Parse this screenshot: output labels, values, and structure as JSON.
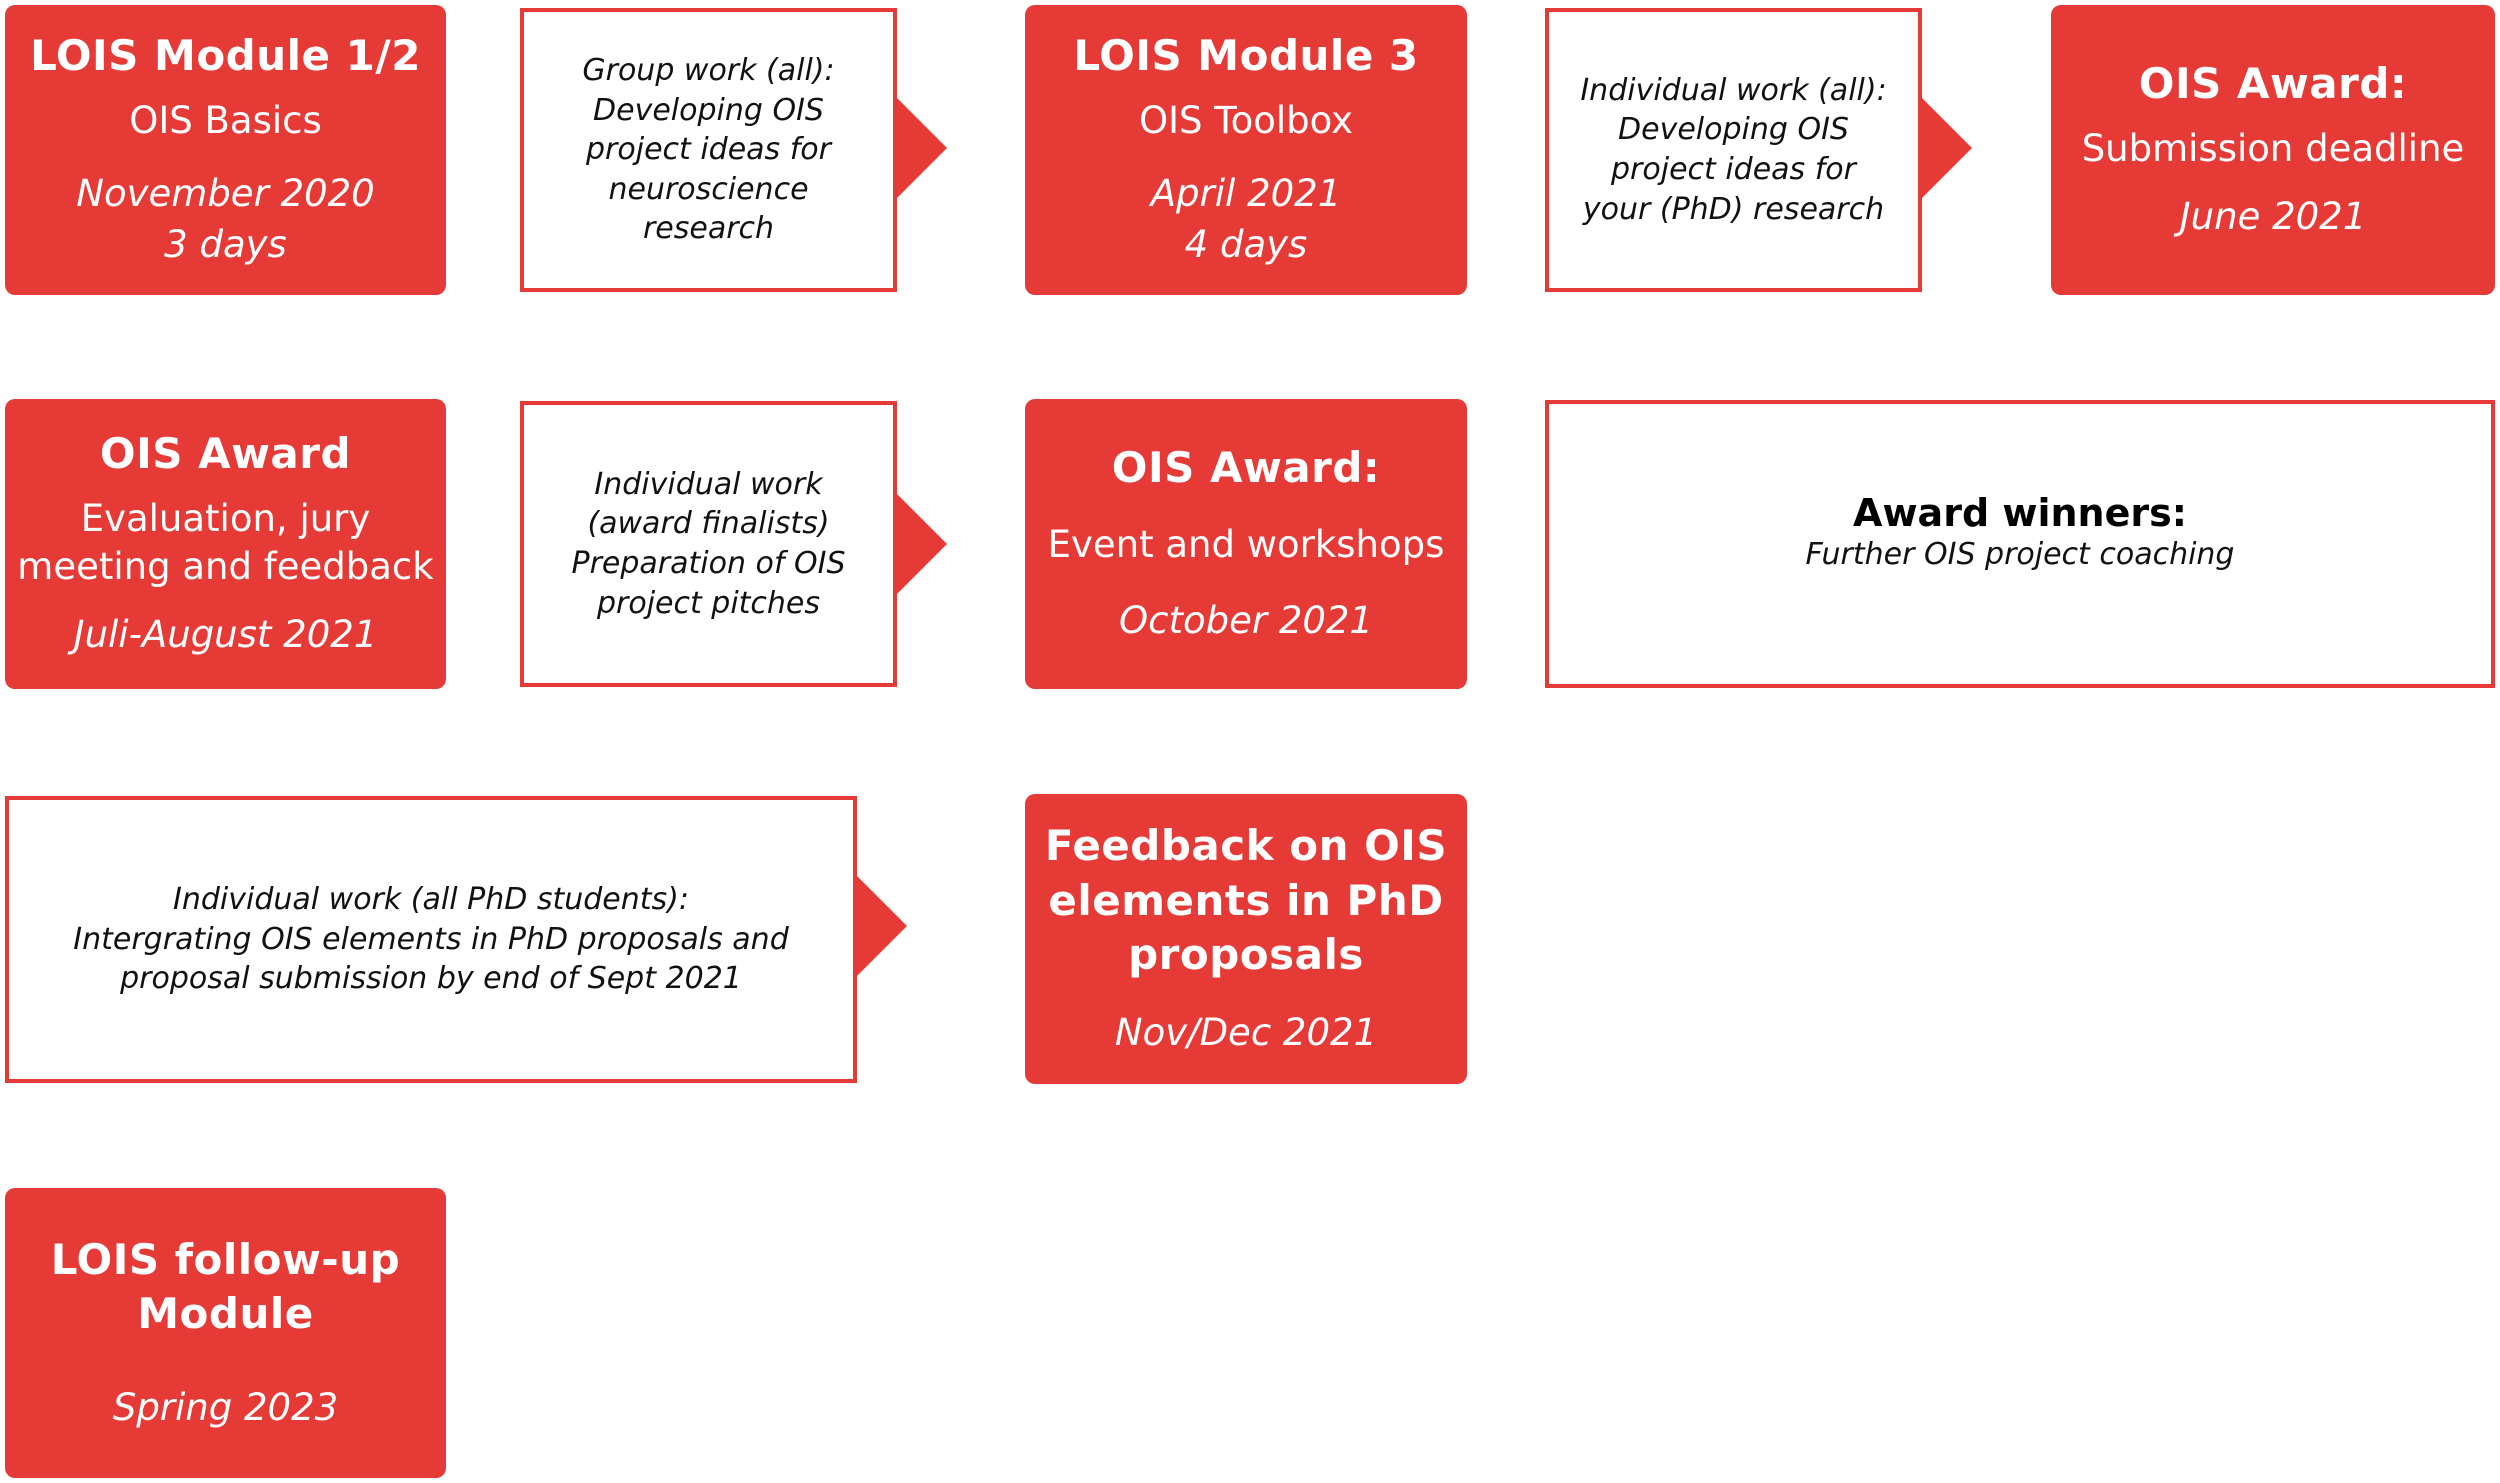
{
  "colors": {
    "accent": "#e63a37"
  },
  "row1": {
    "module12": {
      "title": "LOIS Module 1/2",
      "sub": "OIS Basics",
      "date": "November 2020",
      "duration": "3 days"
    },
    "group_work": {
      "lines": [
        "Group work (all):",
        "Developing OIS",
        "project ideas for",
        "neuroscience",
        "research"
      ]
    },
    "module3": {
      "title": "LOIS Module 3",
      "sub": "OIS Toolbox",
      "date": "April 2021",
      "duration": "4 days"
    },
    "individual_work": {
      "lines": [
        "Individual work (all):",
        "Developing OIS",
        "project ideas for",
        "your (PhD) research"
      ]
    },
    "award_deadline": {
      "title": "OIS Award:",
      "sub": "Submission deadline",
      "date": "June 2021"
    }
  },
  "row2": {
    "award_eval": {
      "title": "OIS Award",
      "sub_lines": [
        "Evaluation, jury",
        "meeting and feedback"
      ],
      "date": "Juli-August 2021"
    },
    "finalists_work": {
      "lines": [
        "Individual work",
        "(award finalists)",
        "Preparation of OIS",
        "project pitches"
      ]
    },
    "award_event": {
      "title": "OIS Award:",
      "sub": "Event and workshops",
      "date": "October 2021"
    },
    "award_winners": {
      "title": "Award winners:",
      "sub": "Further OIS project coaching"
    }
  },
  "row3": {
    "phd_work": {
      "lines": [
        "Individual work (all PhD students):",
        "Intergrating OIS elements in PhD proposals and",
        "proposal submission by end of Sept 2021"
      ]
    },
    "feedback": {
      "title_lines": [
        "Feedback on OIS",
        "elements in PhD",
        "proposals"
      ],
      "date": "Nov/Dec 2021"
    }
  },
  "row4": {
    "followup": {
      "title_lines": [
        "LOIS follow-up",
        "Module"
      ],
      "date": "Spring 2023"
    }
  }
}
